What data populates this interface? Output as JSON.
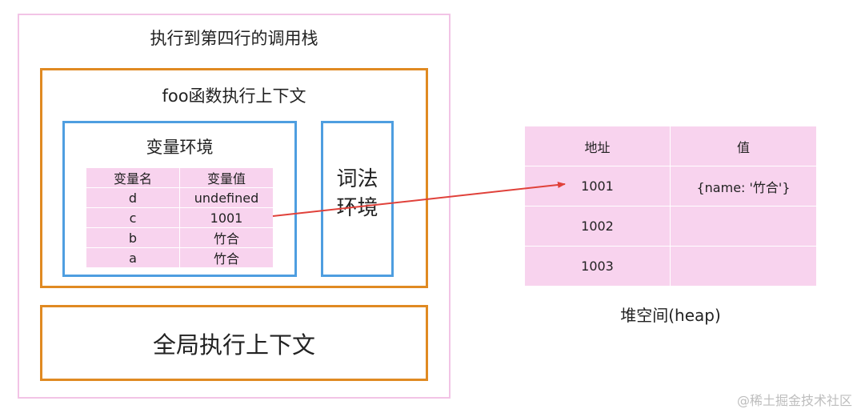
{
  "call_stack": {
    "title": "执行到第四行的调用栈",
    "foo_context": {
      "title": "foo函数执行上下文",
      "variable_environment": {
        "title": "变量环境",
        "headers": [
          "变量名",
          "变量值"
        ],
        "rows": [
          [
            "d",
            "undefined"
          ],
          [
            "c",
            "1001"
          ],
          [
            "b",
            "竹合"
          ],
          [
            "a",
            "竹合"
          ]
        ]
      },
      "lexical_environment": {
        "line1": "词法",
        "line2": "环境"
      }
    },
    "global_context": {
      "title": "全局执行上下文"
    }
  },
  "heap": {
    "title": "堆空间(heap)",
    "headers": [
      "地址",
      "值"
    ],
    "rows": [
      [
        "1001",
        "{name: '竹合'}"
      ],
      [
        "1002",
        ""
      ],
      [
        "1003",
        ""
      ]
    ]
  },
  "watermark": "@稀土掘金技术社区",
  "colors": {
    "call_stack_border": "#f2c4e6",
    "context_border": "#e08a22",
    "environment_border": "#4e9ee0",
    "table_fill": "#f8d3ee",
    "arrow": "#e0413a"
  }
}
